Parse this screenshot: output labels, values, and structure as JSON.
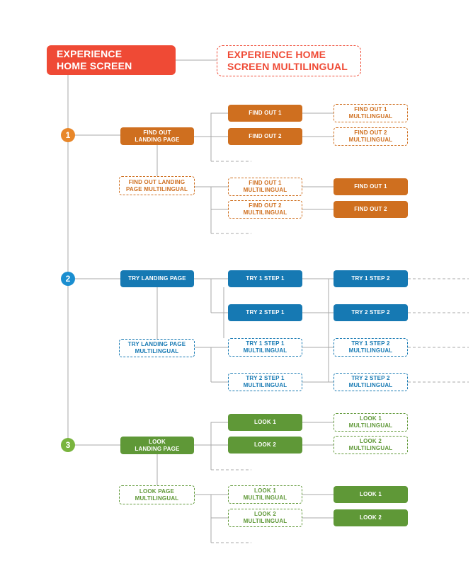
{
  "root": {
    "label": "EXPERIENCE\nHOME SCREEN",
    "multilingual_label": "EXPERIENCE HOME\nSCREEN MULTILINGUAL"
  },
  "colors": {
    "root": "#ef4a35",
    "orange": "#cf6f1f",
    "blue": "#1679b3",
    "green": "#5f9837",
    "line": "#a9a9a9"
  },
  "sections": [
    {
      "number": "1",
      "landing": "FIND OUT\nLANDING PAGE",
      "landing_ml": "FIND OUT LANDING\nPAGE MULTILINGUAL",
      "children": [
        "FIND OUT 1",
        "FIND OUT 2"
      ],
      "children_ml_right": [
        "FIND OUT 1\nMULTILINGUAL",
        "FIND OUT 2\nMULTILINGUAL"
      ],
      "ml_children": [
        "FIND OUT 1\nMULTILINGUAL",
        "FIND OUT 2\nMULTILINGUAL"
      ],
      "ml_children_right": [
        "FIND OUT 1",
        "FIND OUT 2"
      ]
    },
    {
      "number": "2",
      "landing": "TRY LANDING PAGE",
      "landing_ml": "TRY LANDING PAGE\nMULTILINGUAL",
      "children": [
        "TRY 1 STEP 1",
        "TRY 2 STEP 1"
      ],
      "children_right": [
        "TRY 1 STEP 2",
        "TRY 2 STEP 2"
      ],
      "ml_children": [
        "TRY 1 STEP 1\nMULTILINGUAL",
        "TRY 2 STEP 1\nMULTILINGUAL"
      ],
      "ml_children_right": [
        "TRY 1 STEP 2\nMULTILINGUAL",
        "TRY 2 STEP 2\nMULTILINGUAL"
      ]
    },
    {
      "number": "3",
      "landing": "LOOK\nLANDING PAGE",
      "landing_ml": "LOOK PAGE\nMULTILINGUAL",
      "children": [
        "LOOK 1",
        "LOOK 2"
      ],
      "children_ml_right": [
        "LOOK 1\nMULTILINGUAL",
        "LOOK 2\nMULTILINGUAL"
      ],
      "ml_children": [
        "LOOK 1\nMULTILINGUAL",
        "LOOK 2\nMULTILINGUAL"
      ],
      "ml_children_right": [
        "LOOK 1",
        "LOOK 2"
      ]
    }
  ]
}
